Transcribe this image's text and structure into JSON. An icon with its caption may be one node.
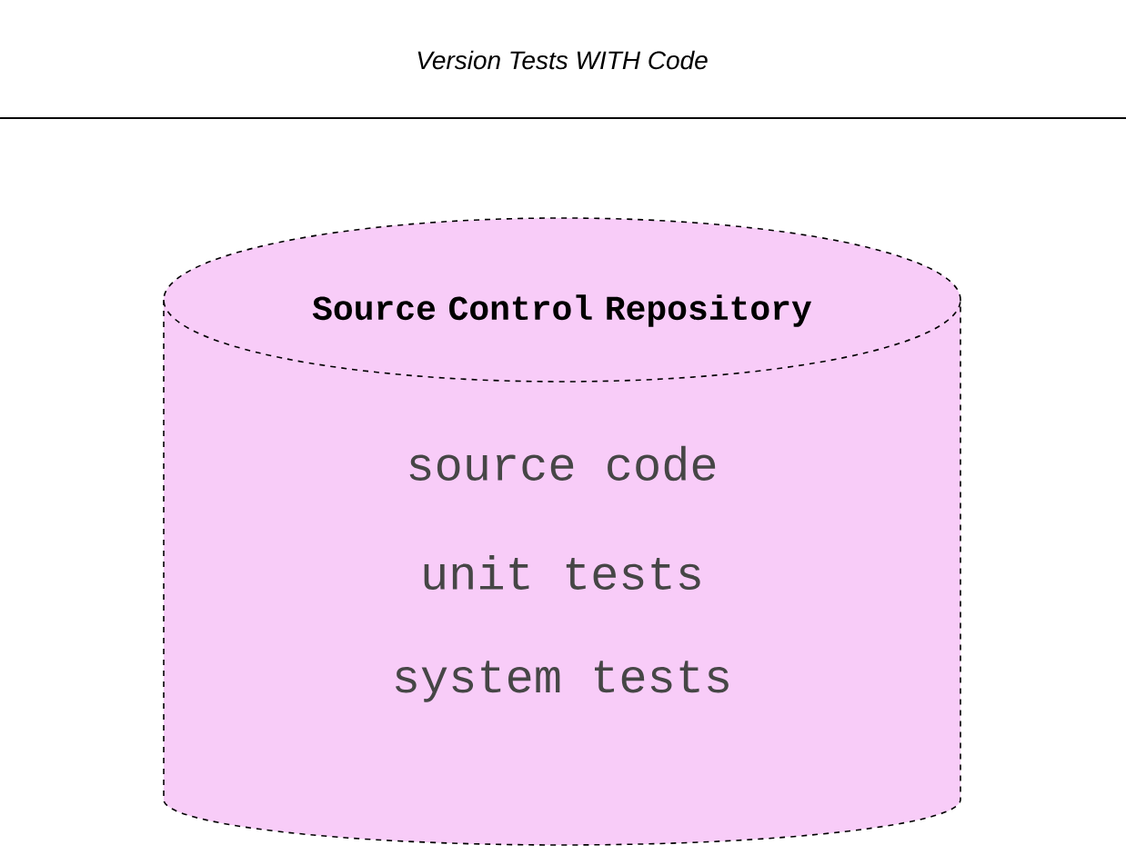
{
  "diagram": {
    "title": "Version Tests WITH Code",
    "nodes": [
      {
        "text": [
          "Source Control Repository",
          "source code",
          "unit tests",
          "system tests"
        ]
      }
    ]
  }
}
